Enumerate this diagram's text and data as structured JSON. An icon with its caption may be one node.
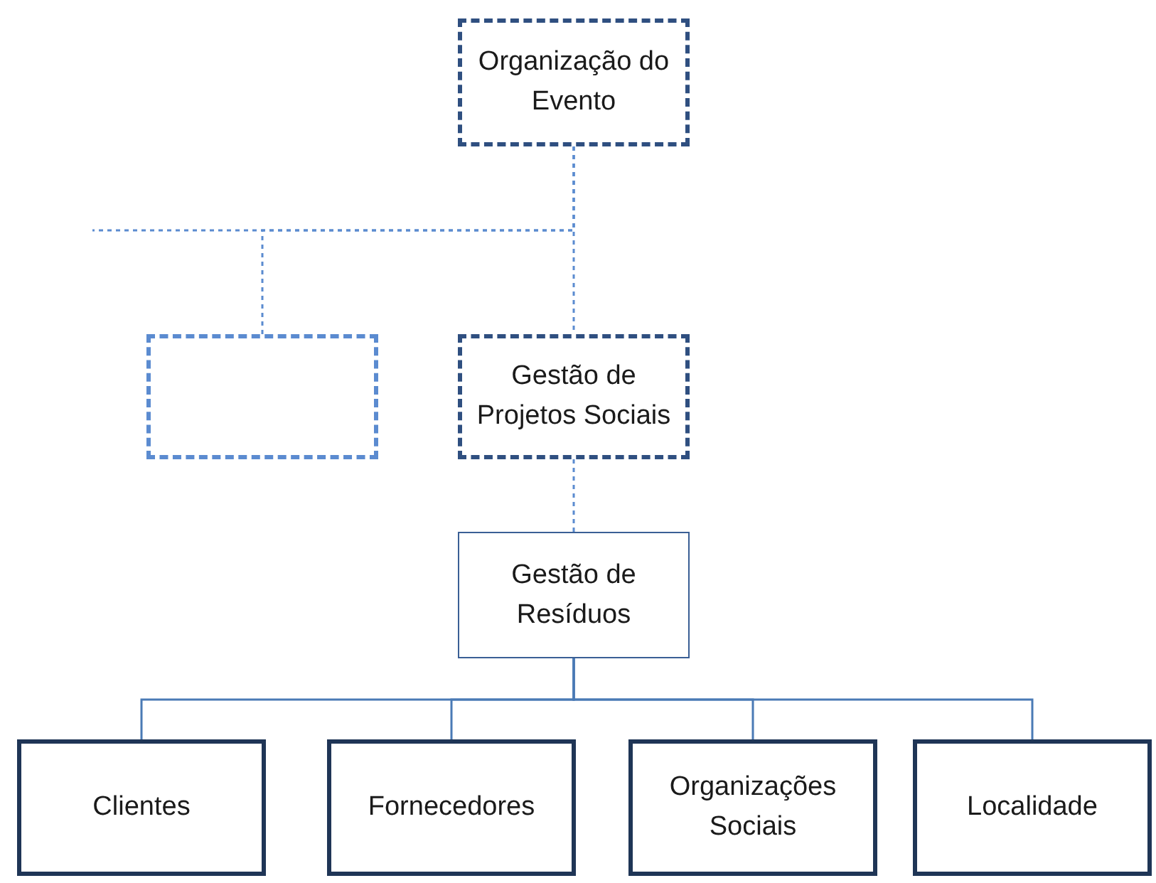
{
  "diagram": {
    "nodes": [
      {
        "text": [
          "Organização do Evento"
        ]
      },
      {
        "text": [],
        "shape": "box"
      },
      {
        "text": [
          "Gestão de Projetos Sociais"
        ]
      },
      {
        "text": [
          "Gestão de Resíduos"
        ]
      },
      {
        "text": [
          "Clientes"
        ]
      },
      {
        "text": [
          "Fornecedores"
        ]
      },
      {
        "text": [
          "Organizações Sociais"
        ]
      },
      {
        "text": [
          "Localidade"
        ]
      }
    ],
    "edges": [
      {
        "from": 0,
        "to": null,
        "arrow": "none",
        "style": "dashed"
      },
      {
        "from": 0,
        "to": 1,
        "arrow": "none",
        "style": "dashed"
      },
      {
        "from": 0,
        "to": 2,
        "arrow": "none",
        "style": "dashed"
      },
      {
        "from": 2,
        "to": 3,
        "arrow": "none",
        "style": "dashed"
      },
      {
        "from": 3,
        "to": 4,
        "arrow": "none"
      },
      {
        "from": 3,
        "to": 5,
        "arrow": "none"
      },
      {
        "from": 3,
        "to": 6,
        "arrow": "none"
      },
      {
        "from": 3,
        "to": 7,
        "arrow": "none"
      }
    ]
  }
}
